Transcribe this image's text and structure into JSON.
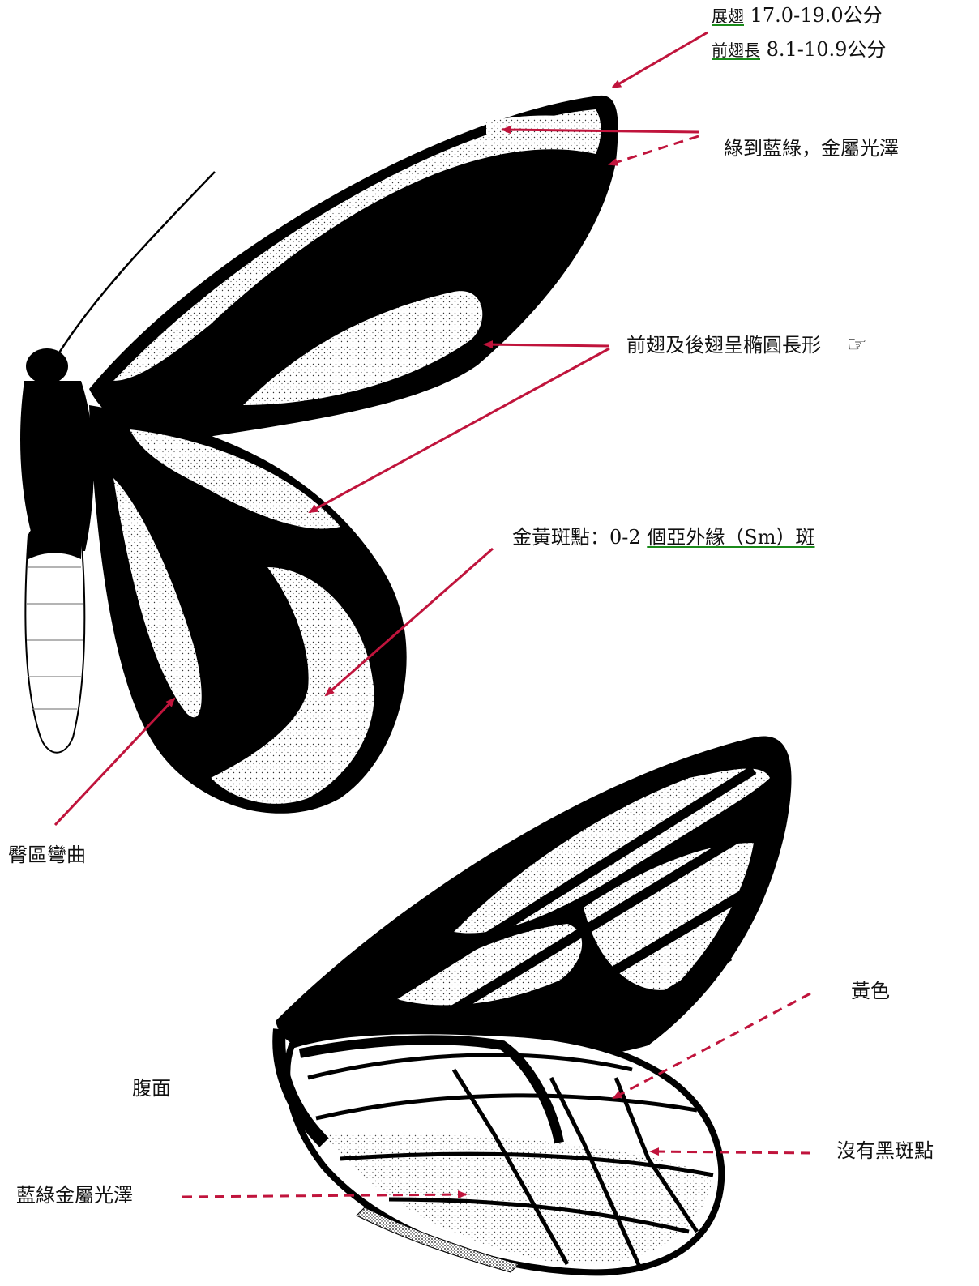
{
  "annotations": {
    "wingspan_term": "展翅",
    "wingspan_value": "17.0-19.0公分",
    "forewing_term": "前翅長",
    "forewing_value": "8.1-10.9公分",
    "color_note": "綠到藍綠，金屬光澤",
    "wing_shape_note": "前翅及後翅呈橢圓長形",
    "hand_icon": "pointing-hand-icon",
    "spot_note_prefix": "金黃斑點：0-2 ",
    "spot_note_term": "個亞外緣（Sm）斑",
    "anal_note": "臀區彎曲",
    "ventral_label": "腹面",
    "yellow_note": "黃色",
    "no_black_spot_note": "沒有黑斑點",
    "blue_green_note": "藍綠金屬光澤"
  },
  "colors": {
    "arrow": "#c0143c",
    "underline": "#1a8a1a",
    "wing_black": "#000000"
  }
}
